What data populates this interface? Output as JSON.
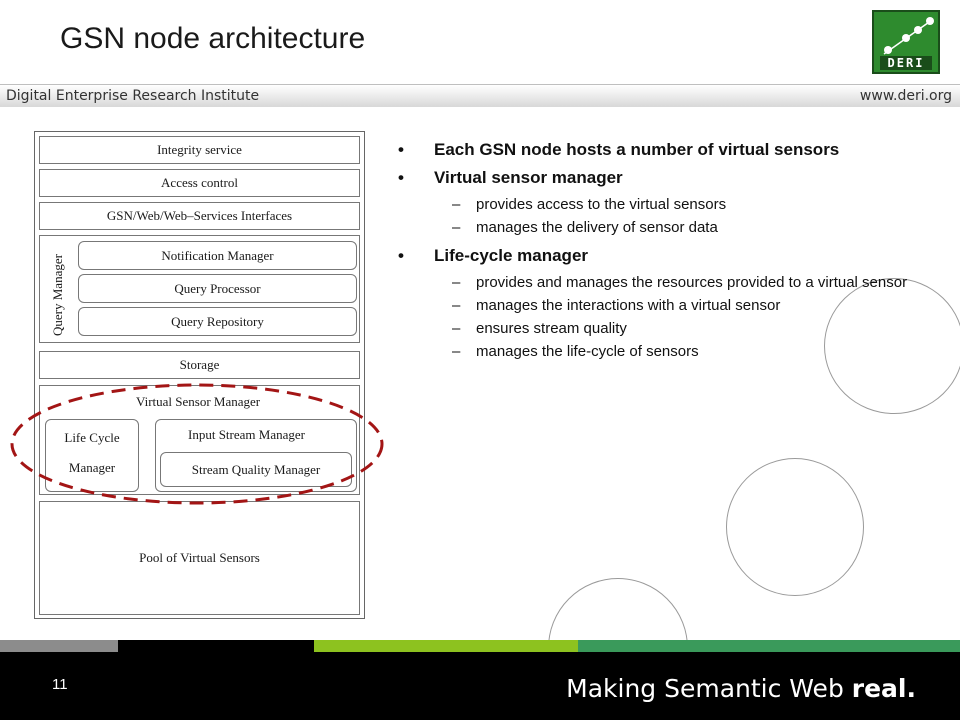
{
  "slide": {
    "title": "GSN node architecture",
    "page_number": "11"
  },
  "header": {
    "organization": "Digital Enterprise Research Institute",
    "url": "www.deri.org",
    "logo_text": "DERI"
  },
  "footer": {
    "slogan_regular": "Making Semantic Web ",
    "slogan_bold": "real."
  },
  "diagram": {
    "integrity": "Integrity service",
    "access": "Access control",
    "interfaces": "GSN/Web/Web–Services Interfaces",
    "query_manager": "Query Manager",
    "notification": "Notification Manager",
    "query_processor": "Query Processor",
    "query_repository": "Query Repository",
    "storage": "Storage",
    "vsm": "Virtual Sensor Manager",
    "lifecycle_line1": "Life Cycle",
    "lifecycle_line2": "Manager",
    "input_stream": "Input Stream Manager",
    "stream_quality": "Stream Quality Manager",
    "pool": "Pool of Virtual Sensors"
  },
  "bullets": [
    {
      "text": "Each GSN node hosts a number of virtual sensors",
      "subs": []
    },
    {
      "text": "Virtual sensor manager",
      "subs": [
        "provides access to the virtual sensors",
        "manages the delivery of sensor data"
      ]
    },
    {
      "text": "Life-cycle manager",
      "subs": [
        "provides and manages the resources provided to a virtual sensor",
        "manages the interactions with a virtual sensor",
        "ensures stream quality",
        "manages the life-cycle of sensors"
      ]
    }
  ],
  "colors": {
    "strip_gray": "#8c8c8c",
    "strip_black": "#000000",
    "strip_lime": "#8dc21f",
    "strip_green": "#3a9a5b",
    "ellipse": "#a31515"
  }
}
